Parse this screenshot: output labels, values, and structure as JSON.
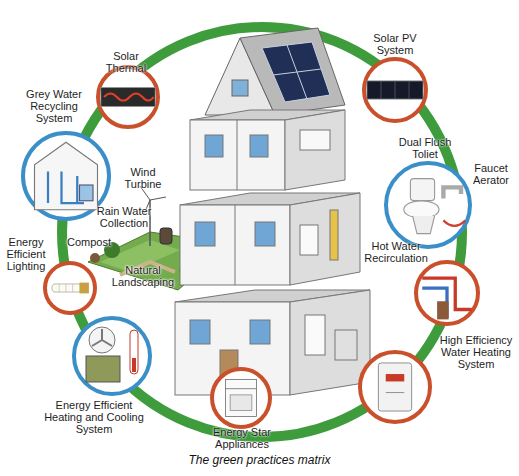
{
  "diagram": {
    "caption": "The green practices matrix",
    "nodes": [
      {
        "text": [
          "Solar Thermal"
        ]
      },
      {
        "text": [
          "Solar PV System"
        ]
      },
      {
        "text": [
          "Dual Flush Toliet",
          "Faucet Aerator"
        ]
      },
      {
        "text": [
          "Hot Water Recirculation"
        ]
      },
      {
        "text": [
          "High Efficiency Water Heating System"
        ]
      },
      {
        "text": [
          "Energy Star Appliances"
        ]
      },
      {
        "text": [
          "Energy Efficient Heating and Cooling System"
        ]
      },
      {
        "text": [
          "Energy Efficient Lighting"
        ]
      },
      {
        "text": [
          "Grey Water Recycling System"
        ]
      }
    ],
    "labels": [
      "Wind Turbine",
      "Rain Water Collection",
      "Compost",
      "Natural Landscaping"
    ]
  }
}
